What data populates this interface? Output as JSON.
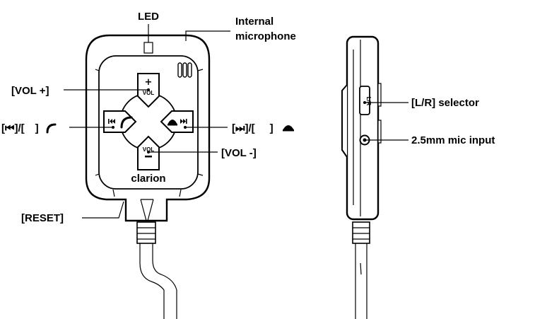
{
  "labels": {
    "led": "LED",
    "internal_mic_1": "Internal",
    "internal_mic_2": "microphone",
    "vol_plus": "[VOL +]",
    "prev_call": "[⏮]/[",
    "prev_call_end": "]",
    "next_end": "[⏭]/[",
    "next_end_end": "]",
    "vol_minus": "[VOL -]",
    "reset": "[RESET]",
    "lr_selector": "[L/R] selector",
    "mic_input": "2.5mm mic input"
  },
  "device": {
    "brand": "clarion",
    "vol_up_sign": "+",
    "vol_up_text": "VOL",
    "vol_down_text": "VOL",
    "vol_down_sign": "−",
    "lr_text": "L/R"
  },
  "icons": [
    "prev-track-icon",
    "call-answer-icon",
    "call-end-icon",
    "next-track-icon"
  ]
}
